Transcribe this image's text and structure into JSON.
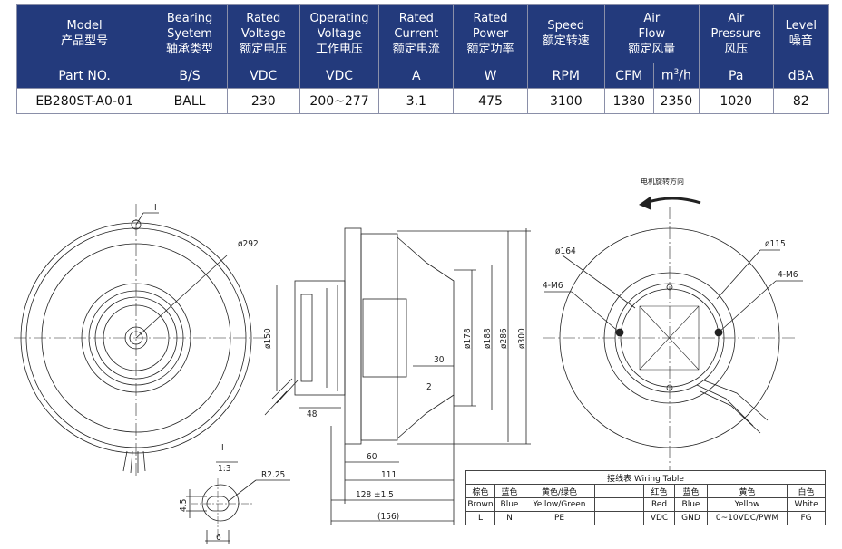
{
  "spec_table": {
    "headers": [
      {
        "en": [
          "Model"
        ],
        "cn": "产品型号"
      },
      {
        "en": [
          "Bearing",
          "Syetem"
        ],
        "cn": "轴承类型"
      },
      {
        "en": [
          "Rated",
          "Voltage"
        ],
        "cn": "额定电压"
      },
      {
        "en": [
          "Operating",
          "Voltage"
        ],
        "cn": "工作电压"
      },
      {
        "en": [
          "Rated",
          "Current"
        ],
        "cn": "额定电流"
      },
      {
        "en": [
          "Rated",
          "Power"
        ],
        "cn": "额定功率"
      },
      {
        "en": [
          "Speed"
        ],
        "cn": "额定转速"
      },
      {
        "en": [
          "Air",
          "Flow"
        ],
        "cn": "额定风量"
      },
      {
        "en": [
          "Air",
          "Pressure"
        ],
        "cn": "风压"
      },
      {
        "en": [
          "Level"
        ],
        "cn": "噪音"
      }
    ],
    "units": [
      "Part NO.",
      "B/S",
      "VDC",
      "VDC",
      "A",
      "W",
      "RPM",
      "CFM",
      "m3/h",
      "Pa",
      "dBA"
    ],
    "unit_m3h": {
      "base": "m",
      "sup": "3",
      "tail": "/h"
    },
    "values": [
      "EB280ST-A0-01",
      "BALL",
      "230",
      "200~277",
      "3.1",
      "475",
      "3100",
      "1380",
      "2350",
      "1020",
      "82"
    ]
  },
  "drawing": {
    "rotation_label": "电机旋转方向",
    "front_view": {
      "diameter": "ø292",
      "section_mark": "I"
    },
    "side_view": {
      "dims": [
        "ø150",
        "ø178",
        "ø188",
        "ø286",
        "ø300",
        "30",
        "48",
        "60",
        "111",
        "128 ±1.5",
        "(156)",
        "2"
      ]
    },
    "rear_view": {
      "labels": [
        "ø164",
        "ø115",
        "4-M6",
        "4-M6"
      ]
    },
    "detail": {
      "mark": "I",
      "scale": "1:3",
      "radius": "R2.25",
      "height": "4.5",
      "width": "6"
    }
  },
  "wiring_table": {
    "title": "接线表 Wiring Table",
    "cn": [
      "棕色",
      "蓝色",
      "黄色/绿色",
      "红色",
      "蓝色",
      "黄色",
      "白色"
    ],
    "en": [
      "Brown",
      "Blue",
      "Yellow/Green",
      "Red",
      "Blue",
      "Yellow",
      "White"
    ],
    "func": [
      "L",
      "N",
      "PE",
      "VDC",
      "GND",
      "0~10VDC/PWM",
      "FG"
    ]
  }
}
